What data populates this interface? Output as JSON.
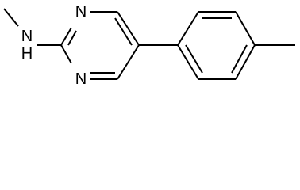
{
  "molecule": {
    "atoms": {
      "n_methyl": "N",
      "n_methyl_h": "H",
      "n_ring_top": "N",
      "n_ring_bottom": "N"
    }
  }
}
